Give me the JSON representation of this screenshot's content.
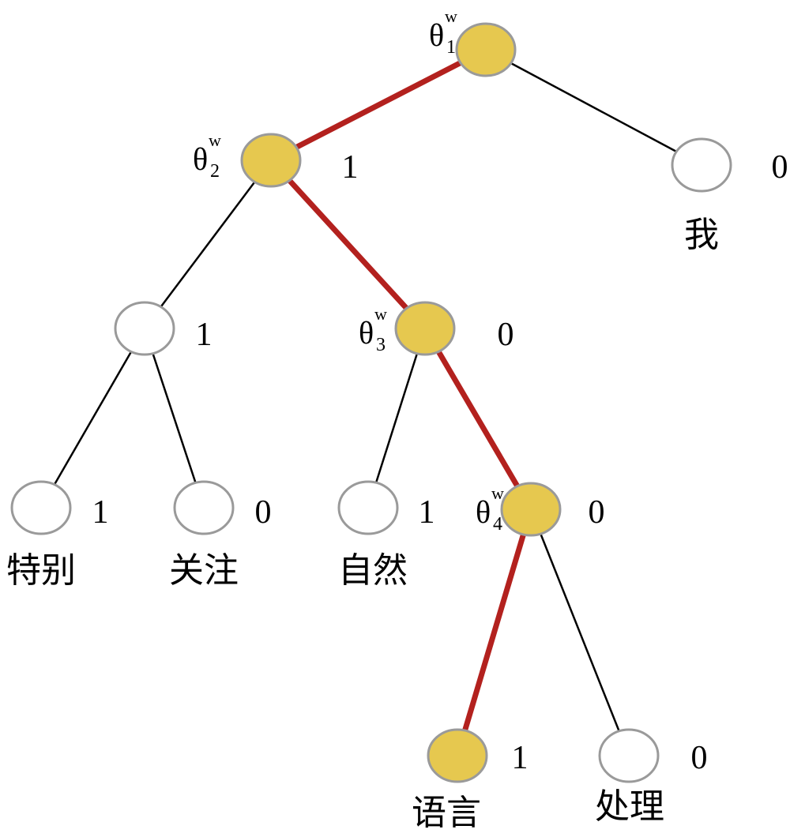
{
  "colors": {
    "path_edge": "#b3211e",
    "plain_edge": "#000000",
    "highlight_fill": "#e6c84f",
    "normal_fill": "#ffffff",
    "node_stroke": "#9a9a9a"
  },
  "nodes": [
    {
      "id": "root",
      "highlight": true,
      "theta": {
        "sym": "θ",
        "sub": "1",
        "sup": "w"
      },
      "code": "",
      "word": ""
    },
    {
      "id": "n2",
      "highlight": true,
      "theta": {
        "sym": "θ",
        "sub": "2",
        "sup": "w"
      },
      "code": "1",
      "word": ""
    },
    {
      "id": "wo",
      "highlight": false,
      "theta": null,
      "code": "0",
      "word": "我"
    },
    {
      "id": "n3l",
      "highlight": false,
      "theta": null,
      "code": "1",
      "word": ""
    },
    {
      "id": "n3",
      "highlight": true,
      "theta": {
        "sym": "θ",
        "sub": "3",
        "sup": "w"
      },
      "code": "0",
      "word": ""
    },
    {
      "id": "tebie",
      "highlight": false,
      "theta": null,
      "code": "1",
      "word": "特别"
    },
    {
      "id": "guanzhu",
      "highlight": false,
      "theta": null,
      "code": "0",
      "word": "关注"
    },
    {
      "id": "ziran",
      "highlight": false,
      "theta": null,
      "code": "1",
      "word": "自然"
    },
    {
      "id": "n4",
      "highlight": true,
      "theta": {
        "sym": "θ",
        "sub": "4",
        "sup": "w"
      },
      "code": "0",
      "word": ""
    },
    {
      "id": "yuyan",
      "highlight": true,
      "theta": null,
      "code": "1",
      "word": "语言"
    },
    {
      "id": "chuli",
      "highlight": false,
      "theta": null,
      "code": "0",
      "word": "处理"
    }
  ],
  "edges": [
    {
      "from": "root",
      "to": "n2",
      "on_path": true
    },
    {
      "from": "root",
      "to": "wo",
      "on_path": false
    },
    {
      "from": "n2",
      "to": "n3l",
      "on_path": false
    },
    {
      "from": "n2",
      "to": "n3",
      "on_path": true
    },
    {
      "from": "n3l",
      "to": "tebie",
      "on_path": false
    },
    {
      "from": "n3l",
      "to": "guanzhu",
      "on_path": false
    },
    {
      "from": "n3",
      "to": "ziran",
      "on_path": false
    },
    {
      "from": "n3",
      "to": "n4",
      "on_path": true
    },
    {
      "from": "n4",
      "to": "yuyan",
      "on_path": true
    },
    {
      "from": "n4",
      "to": "chuli",
      "on_path": false
    }
  ]
}
